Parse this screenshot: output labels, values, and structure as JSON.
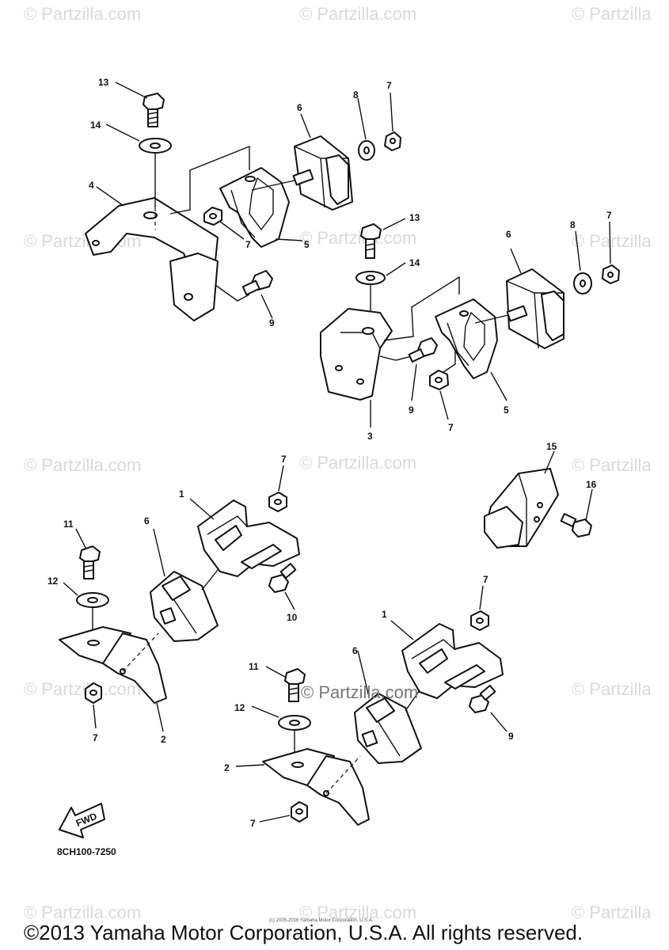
{
  "watermark": "© Partzilla.com",
  "watermark_short": "© Partzilla",
  "center_watermark": "© Partzilla.com",
  "diagram_code": "8CH100-7250",
  "fwd_label": "FWD",
  "small_copyright": "(c) 2005-2016 Yamaha Motor Corporation, U.S.A.",
  "copyright": "©2013 Yamaha Motor Corporation, U.S.A. All rights reserved.",
  "callouts": [
    "13",
    "14",
    "6",
    "8",
    "7",
    "4",
    "7",
    "5",
    "9",
    "13",
    "14",
    "6",
    "8",
    "7",
    "3",
    "9",
    "7",
    "5",
    "7",
    "1",
    "15",
    "16",
    "11",
    "6",
    "12",
    "10",
    "7",
    "2",
    "1",
    "7",
    "11",
    "6",
    "12",
    "9",
    "2",
    "7"
  ]
}
